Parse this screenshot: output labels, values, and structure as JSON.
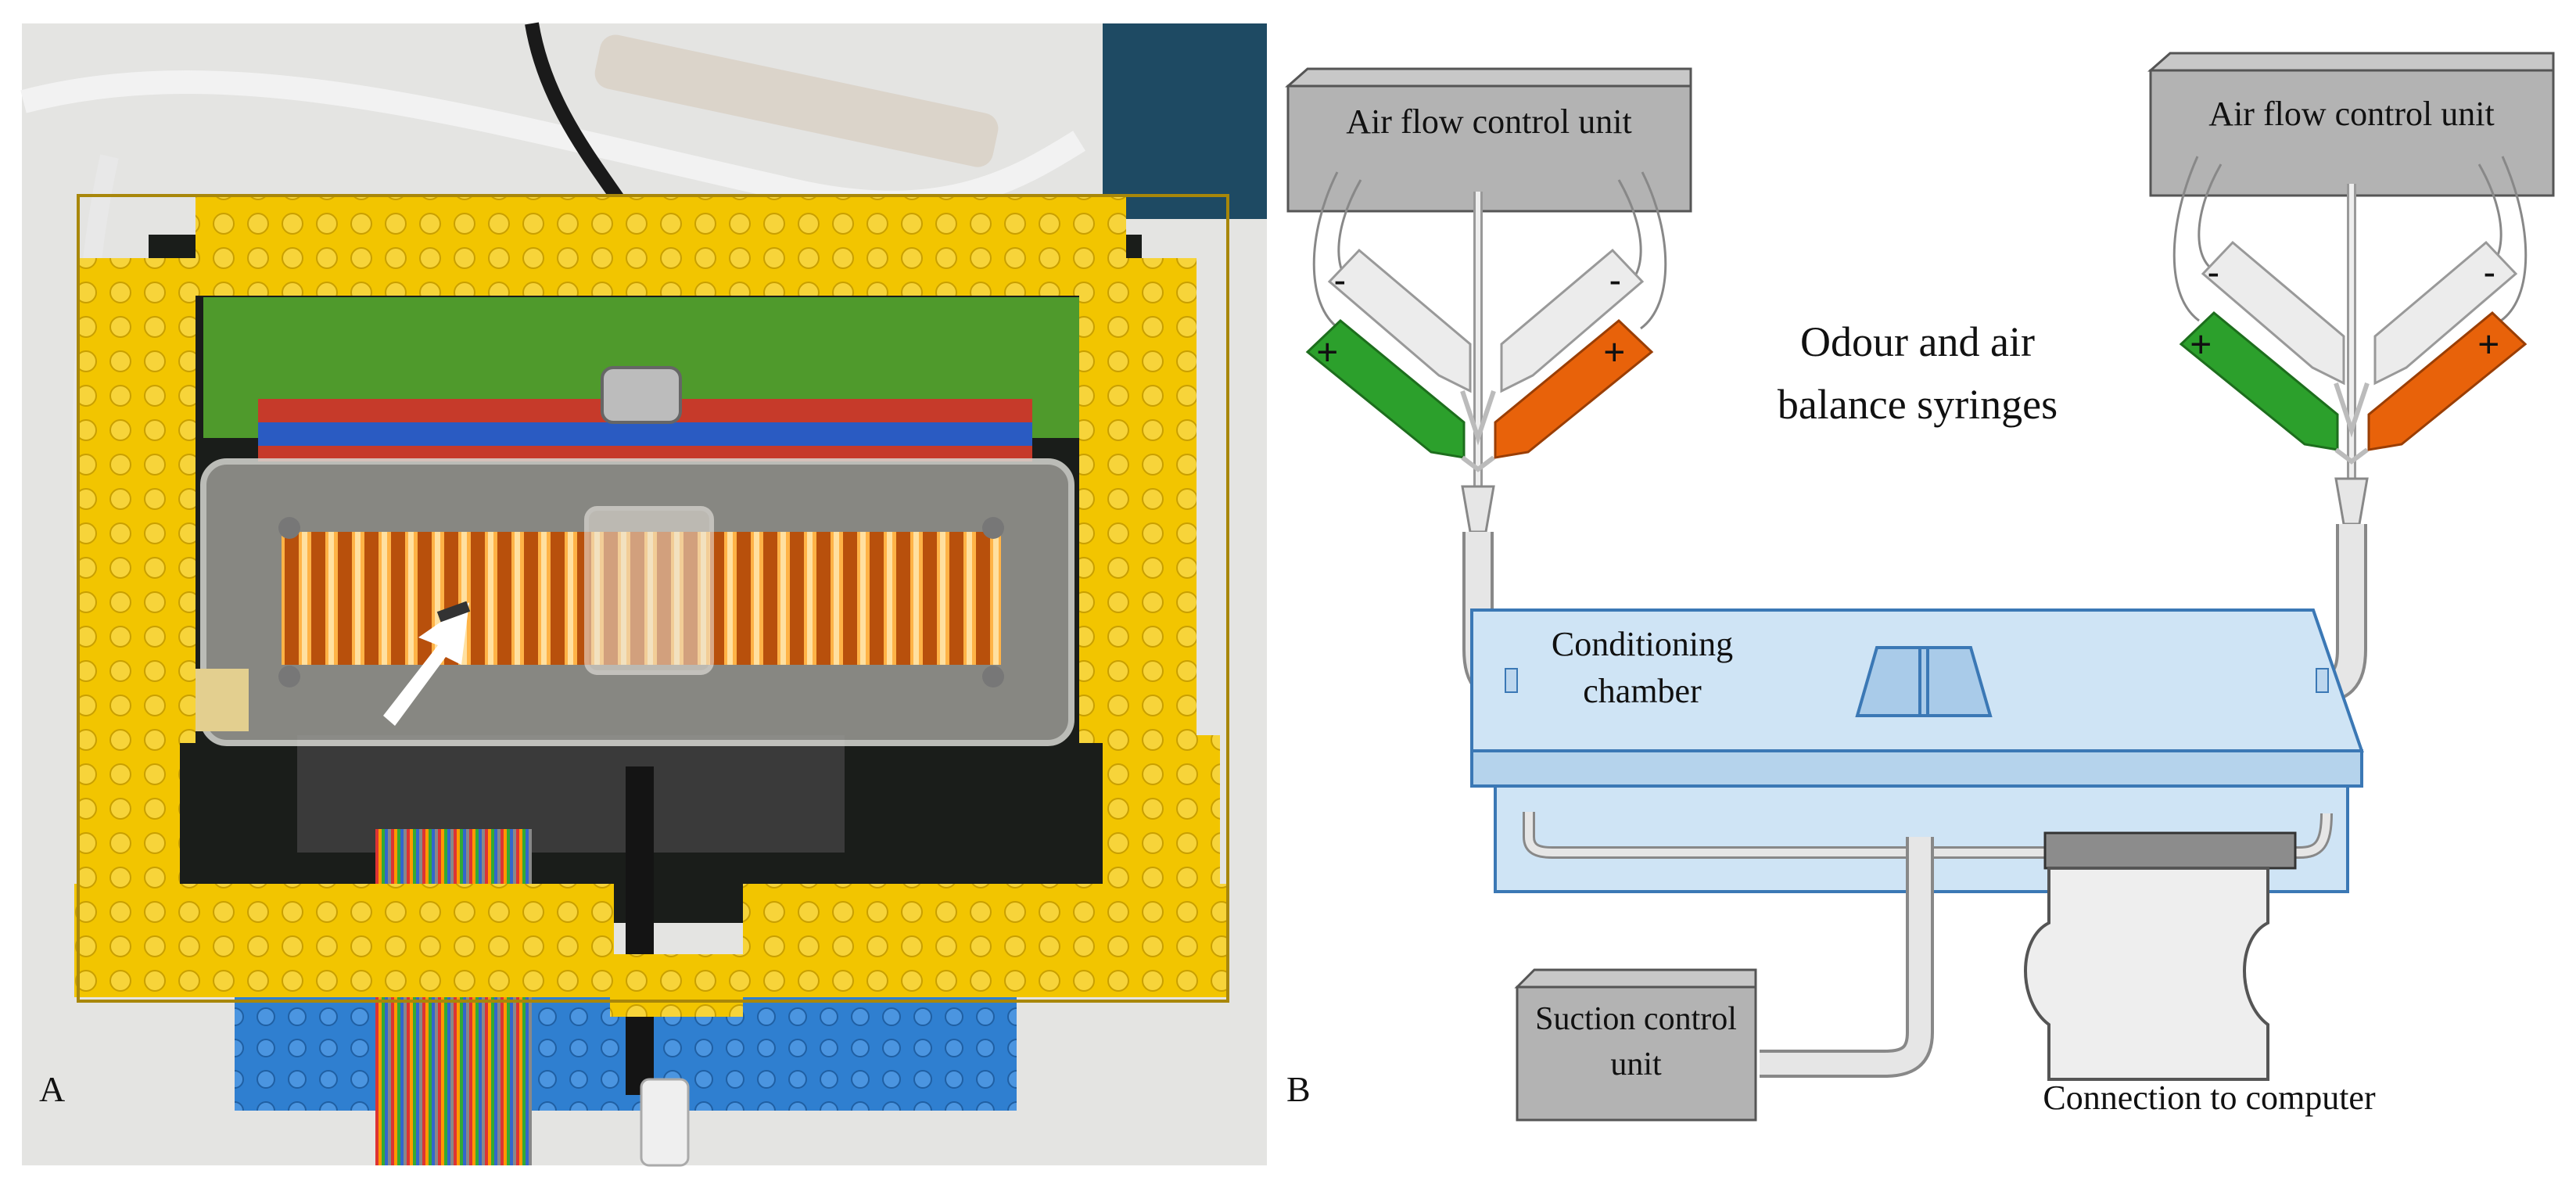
{
  "panels": {
    "a": {
      "letter": "A"
    },
    "b": {
      "letter": "B"
    }
  },
  "diagram": {
    "air_flow_left": "Air flow control unit",
    "air_flow_right": "Air flow control unit",
    "syringe_minus": "-",
    "syringe_plus": "+",
    "odour_line1": "Odour and air",
    "odour_line2": "balance syringes",
    "chamber_line1": "Conditioning",
    "chamber_line2": "chamber",
    "suction_line1": "Suction control",
    "suction_line2": "unit",
    "connection": "Connection to computer"
  },
  "colors": {
    "lego_yellow": "#f2c500",
    "lego_blue": "#2f7fd0",
    "lego_green": "#5aa632",
    "glow_orange": "#ff8c1a",
    "unit_gray": "#b3b3b3",
    "chamber_blue": "#cfe4f5",
    "syringe_green": "#2ca02c",
    "syringe_orange": "#e8620a",
    "syringe_light": "#ececec"
  }
}
